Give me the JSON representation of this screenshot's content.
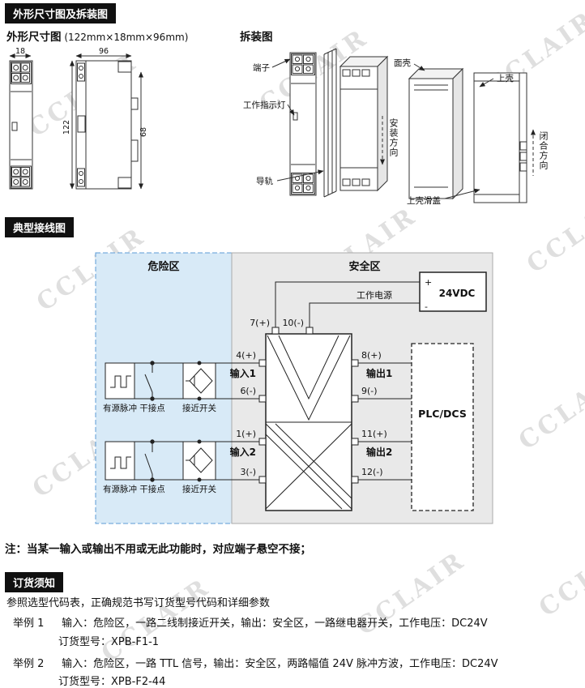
{
  "watermark": "CCLAIR",
  "s1": {
    "header": "外形尺寸图及拆装图",
    "dim_title": "外形尺寸图",
    "dim_spec": "(122mm×18mm×96mm)",
    "teardown_title": "拆装图",
    "d18": "18",
    "d96": "96",
    "d122": "122",
    "d68": "68",
    "lbl_terminal": "端子",
    "lbl_indicator": "工作指示灯",
    "lbl_rail": "导轨",
    "lbl_install_dir": "安装方向",
    "lbl_front_shell": "面壳",
    "lbl_top_shell": "上壳",
    "lbl_close_dir": "闭合方向",
    "lbl_slide_cover": "上壳滑盖"
  },
  "s2": {
    "header": "典型接线图",
    "hazard": "危险区",
    "safe": "安全区",
    "power": "工作电源",
    "vdc": "24VDC",
    "plus": "+",
    "minus": "-",
    "t7": "7(+)",
    "t10": "10(-)",
    "t4": "4(+)",
    "t6": "6(-)",
    "t1": "1(+)",
    "t3": "3(-)",
    "t8": "8(+)",
    "t9": "9(-)",
    "t11": "11(+)",
    "t12": "12(-)",
    "in1": "输入1",
    "in2": "输入2",
    "out1": "输出1",
    "out2": "输出2",
    "plc": "PLC/DCS",
    "pulse": "有源脉冲",
    "contact": "干接点",
    "prox": "接近开关"
  },
  "note": "注：当某一输入或输出不用或无此功能时，对应端子悬空不接；",
  "s3": {
    "header": "订货须知",
    "intro": "参照选型代码表，正确规范书写订货型号代码和详细参数",
    "ex1_label": "举例 1",
    "ex1_desc": "输入：危险区，一路二线制接近开关，输出：安全区，一路继电器开关，工作电压：DC24V",
    "ex1_model": "订货型号：XPB-F1-1",
    "ex2_label": "举例 2",
    "ex2_desc": "输入：危险区，一路 TTL 信号，输出：安全区，两路幅值 24V 脉冲方波，工作电压：DC24V",
    "ex2_model": "订货型号：XPB-F2-44"
  }
}
